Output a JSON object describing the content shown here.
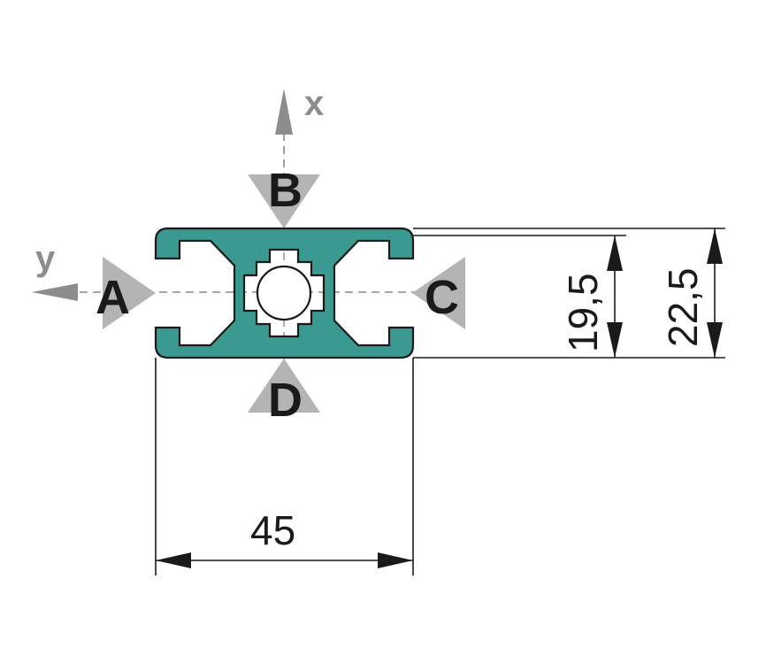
{
  "colors": {
    "profile_fill": "#3a9a92",
    "outline": "#1a1a1a",
    "marker_gray": "#b4b4b4",
    "axis_gray": "#8c8c8c"
  },
  "axes": {
    "x": "x",
    "y": "y"
  },
  "faces": {
    "a": "A",
    "b": "B",
    "c": "C",
    "d": "D"
  },
  "dimensions": {
    "width": "45",
    "inner_height": "19,5",
    "outer_height": "22,5"
  }
}
